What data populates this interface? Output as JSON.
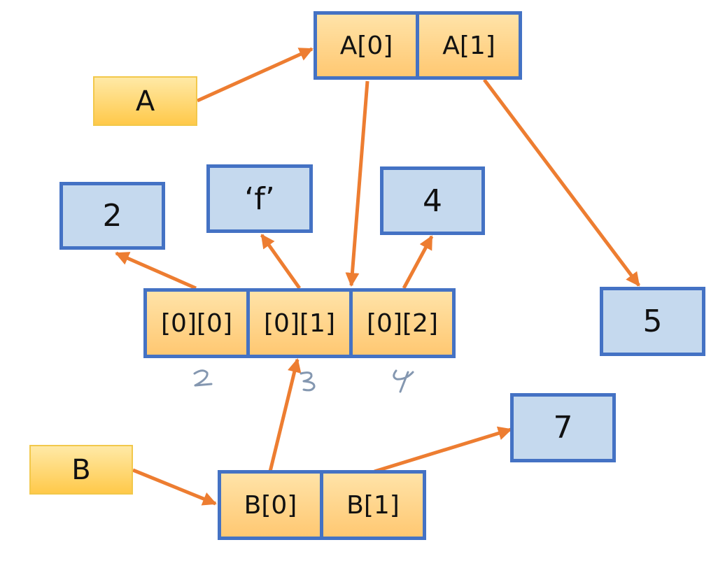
{
  "colors": {
    "arrow": "#ed7d31",
    "cell_border": "#4472c4",
    "value_fill": "#c5d9ee",
    "cell_fill": "#ffcc7a",
    "var_fill": "#ffd966",
    "note_ink": "#8497b0"
  },
  "variables": {
    "a": "A",
    "b": "B"
  },
  "array_a": {
    "cell0": "A[0]",
    "cell1": "A[1]"
  },
  "inner_array": {
    "cell0": "[0][0]",
    "cell1": "[0][1]",
    "cell2": "[0][2]"
  },
  "array_b": {
    "cell0": "B[0]",
    "cell1": "B[1]"
  },
  "values": {
    "two": "2",
    "f": "‘f’",
    "four": "4",
    "five": "5",
    "seven": "7"
  },
  "handwritten_notes": [
    "2",
    "3",
    "4"
  ]
}
